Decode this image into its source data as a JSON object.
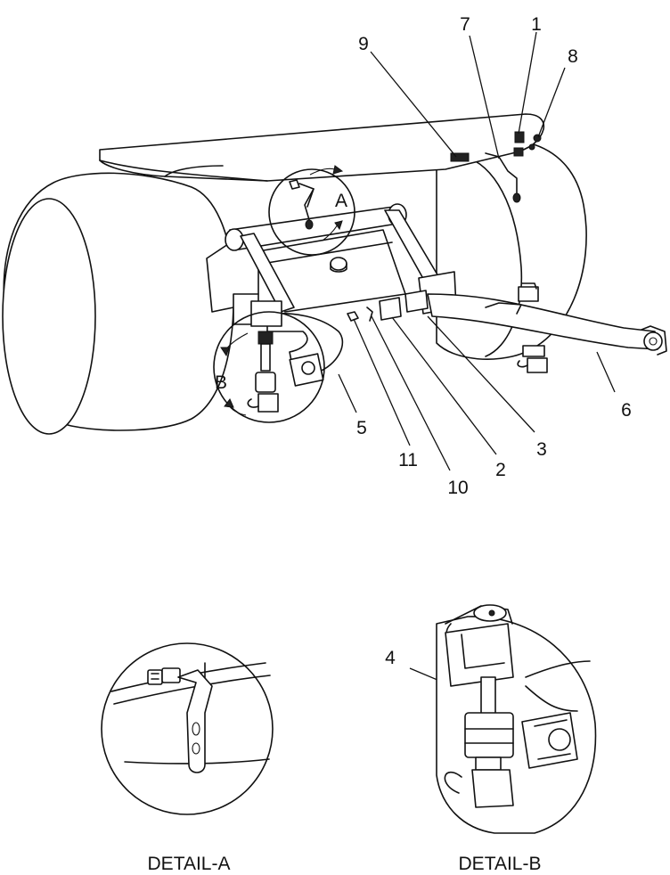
{
  "callouts": {
    "c1": "1",
    "c2": "2",
    "c3": "3",
    "c4": "4",
    "c5": "5",
    "c6": "6",
    "c7": "7",
    "c8": "8",
    "c9": "9",
    "c10": "10",
    "c11": "11"
  },
  "detail_markers": {
    "a": "A",
    "b": "B"
  },
  "captions": {
    "detail_a": "DETAIL-A",
    "detail_b": "DETAIL-B"
  }
}
